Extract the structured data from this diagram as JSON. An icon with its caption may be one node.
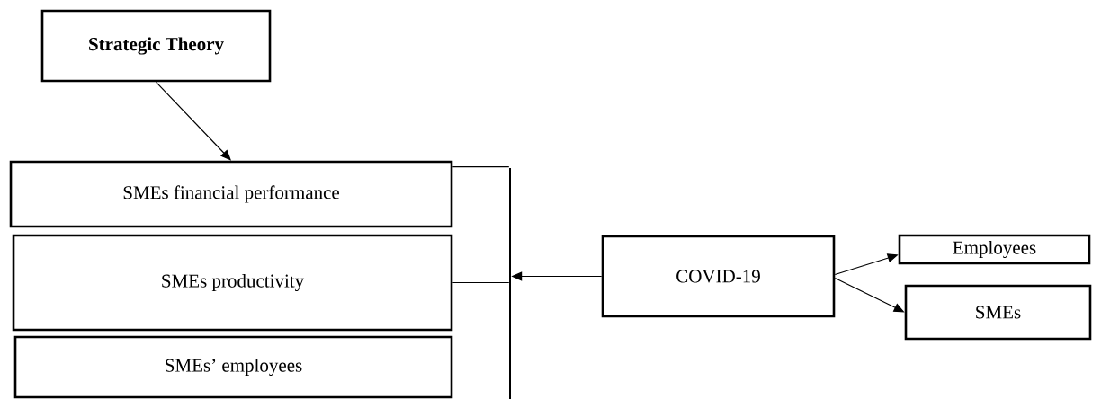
{
  "diagram": {
    "nodes": [
      {
        "text": [
          "Strategic Theory"
        ]
      },
      {
        "text": [
          "SMEs financial performance"
        ]
      },
      {
        "text": [
          "SMEs productivity"
        ]
      },
      {
        "text": [
          "SMEs’ employees"
        ]
      },
      {
        "text": [
          "COVID-19"
        ]
      },
      {
        "text": [
          "Employees"
        ]
      },
      {
        "text": [
          "SMEs"
        ]
      },
      {
        "text": [],
        "shape": "bar"
      }
    ],
    "edges": [
      {
        "from": 0,
        "to": 1,
        "arrow": "to"
      },
      {
        "from": 1,
        "to": 7,
        "arrow": "none"
      },
      {
        "from": 2,
        "to": 7,
        "arrow": "none"
      },
      {
        "from": 4,
        "to": 7,
        "arrow": "to"
      },
      {
        "from": 4,
        "to": 5,
        "arrow": "to"
      },
      {
        "from": 4,
        "to": 6,
        "arrow": "to"
      }
    ]
  }
}
